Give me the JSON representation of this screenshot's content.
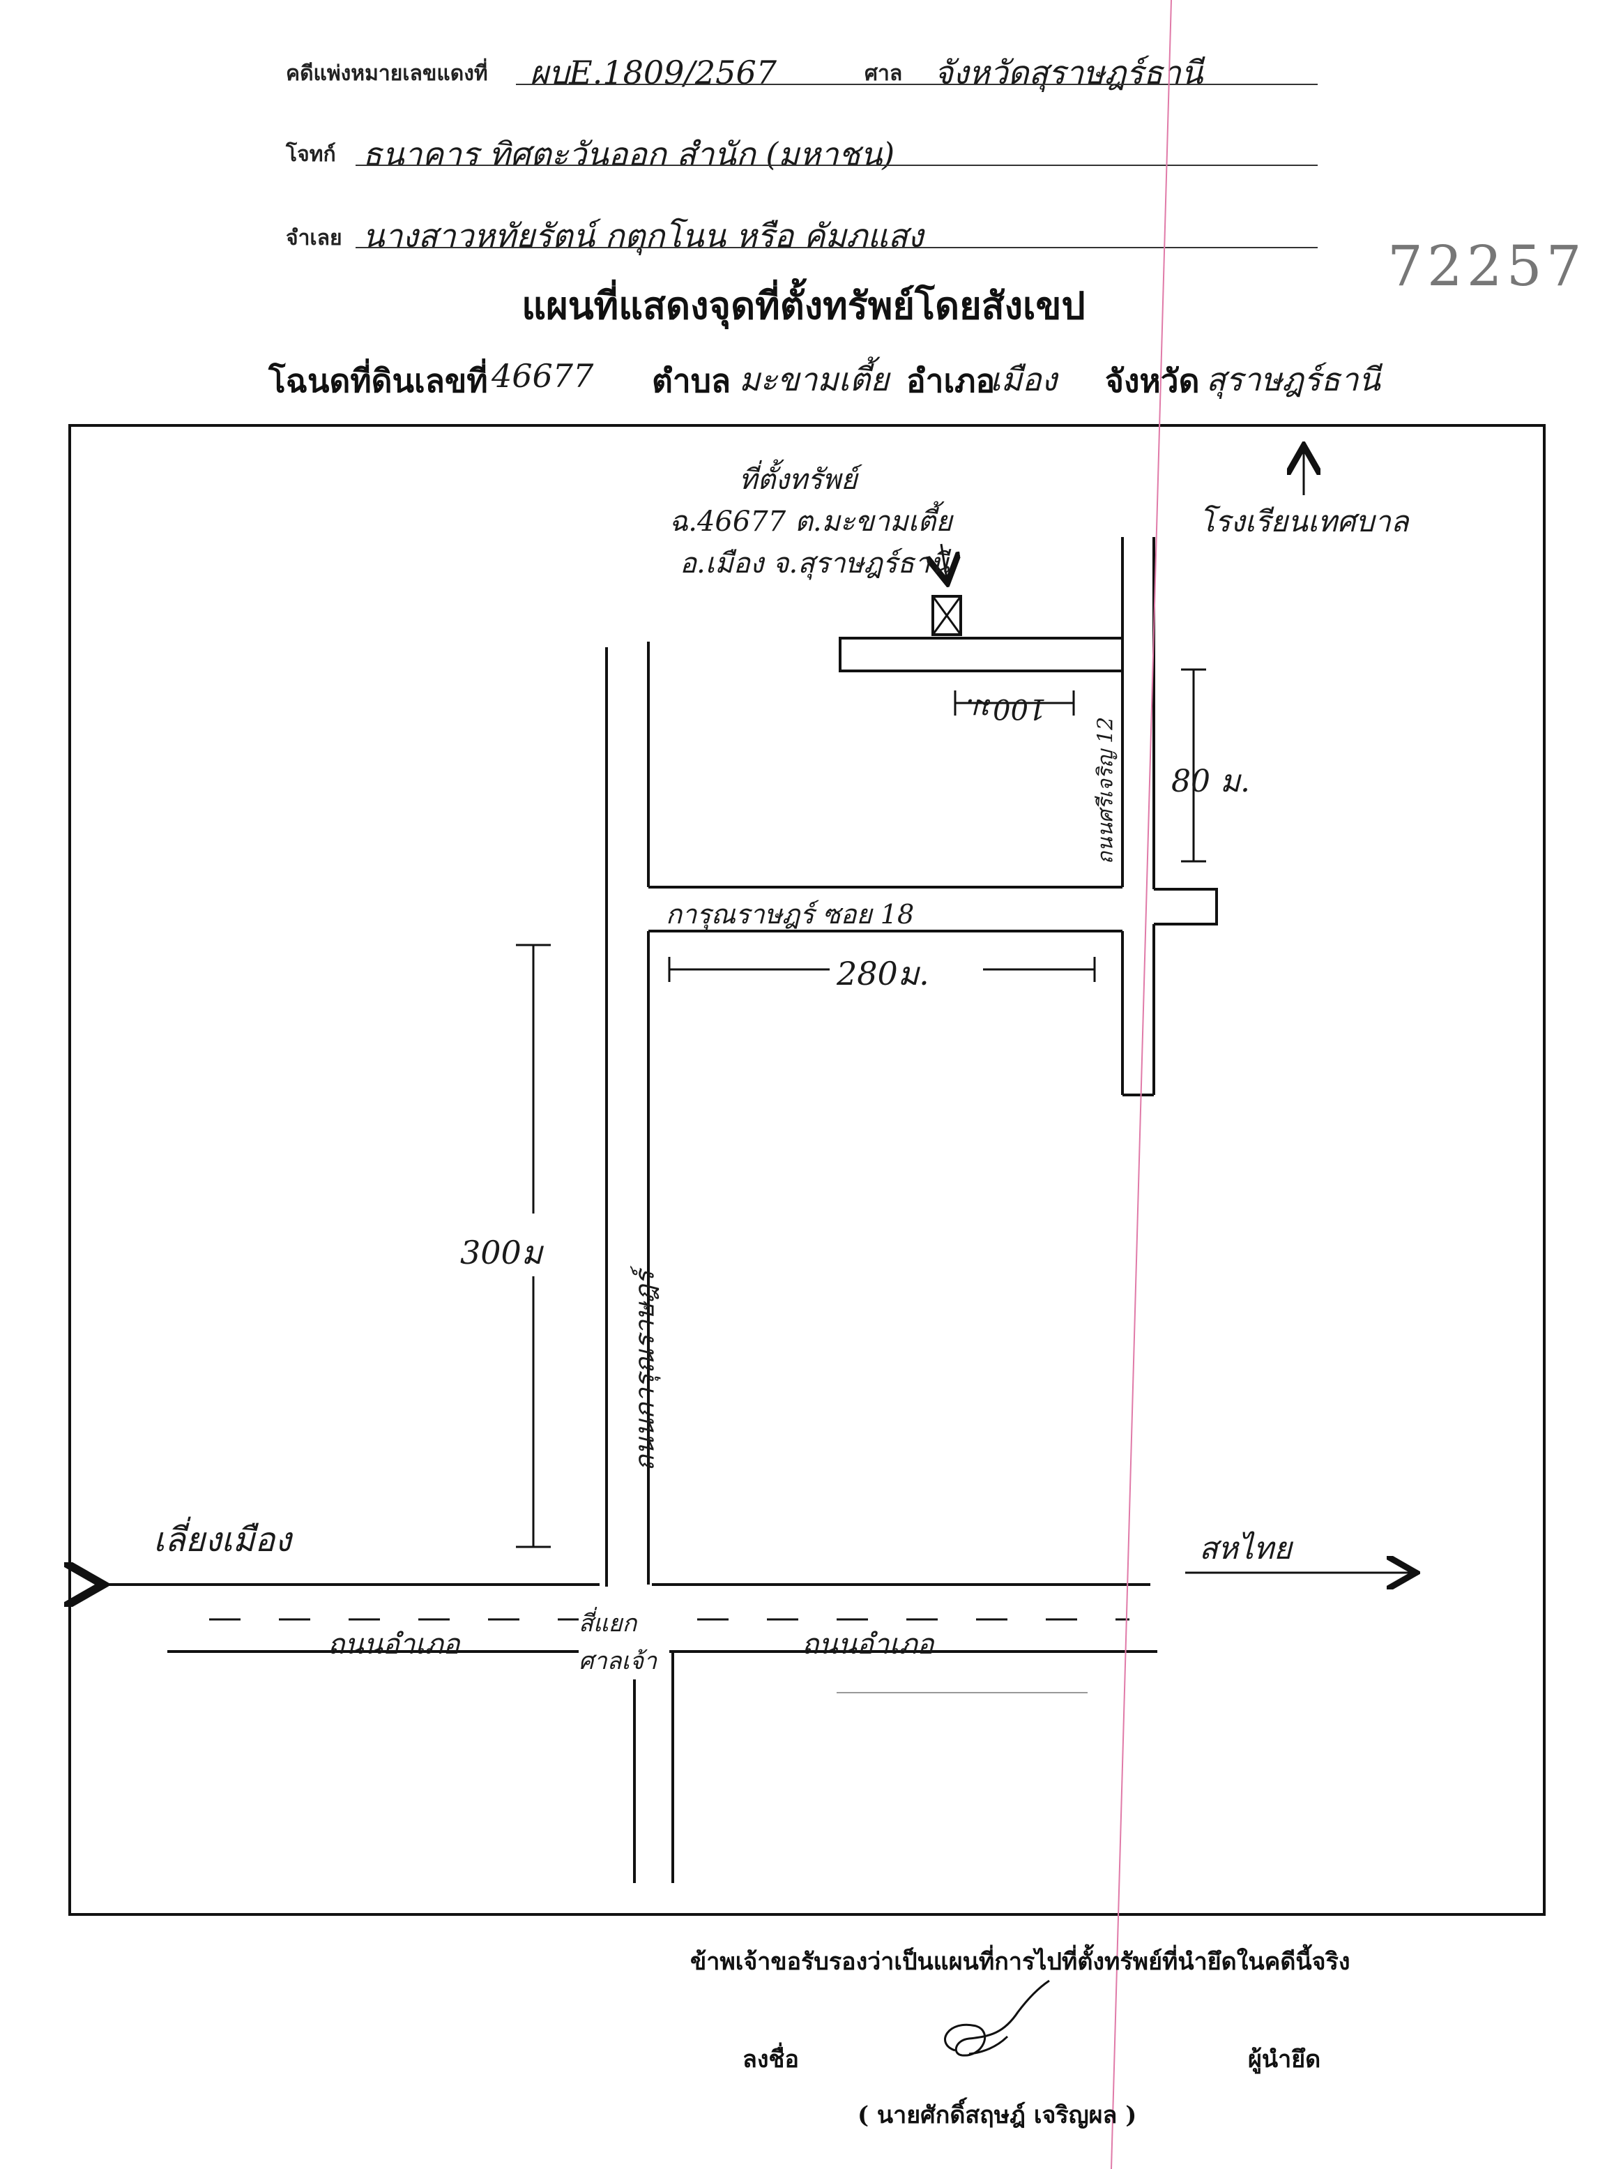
{
  "stamp_number": "72257",
  "header": {
    "case_label": "คดีแพ่งหมายเลขแดงที่",
    "case_value": "ผบE.1809/2567",
    "court_label": "ศาล",
    "court_value": "จังหวัดสุราษฎร์ธานี",
    "plaintiff_label": "โจทก์",
    "plaintiff_value": "ธนาคาร ทิศตะวันออก สำนัก (มหาชน)",
    "defendant_label": "จำเลย",
    "defendant_value": "นางสาวหทัยรัตน์ กตุกโนน หรือ คัมภแสง"
  },
  "title": "แผนที่แสดงจุดที่ตั้งทรัพย์โดยสังเขป",
  "deed": {
    "deed_label": "โฉนดที่ดินเลขที่",
    "deed_value": "46677",
    "subdistrict_label": "ตำบล",
    "subdistrict_value": "มะขามเตี้ย",
    "district_label": "อำเภอ",
    "district_value": "เมือง",
    "province_label": "จังหวัด",
    "province_value": "สุราษฎร์ธานี"
  },
  "map": {
    "property_note_1": "ที่ตั้งทรัพย์",
    "property_note_2": "ฉ.46677 ต.มะขามเตี้ย",
    "property_note_3": "อ.เมือง จ.สุราษฎร์ธานี",
    "school_label": "โรงเรียนเทศบาล",
    "dist_100": "100ม.",
    "dist_80": "80 ม.",
    "soi_12": "ถนนศรีเจริญ 12",
    "soi_18": "การุณราษฎร์ ซอย 18",
    "dist_280": "280ม.",
    "dist_300": "300ม",
    "main_road_vertical": "ถนนการุณราษฎร์",
    "left_destination": "เลี่ยงเมือง",
    "right_destination": "สหไทย",
    "road_left": "ถนนอำเภอ",
    "road_right": "ถนนอำเภอ",
    "junction": "สี่แยก ศาลเจ้า"
  },
  "footer": {
    "certify": "ข้าพเจ้าขอรับรองว่าเป็นแผนที่การไปที่ตั้งทรัพย์ที่นำยึดในคดีนี้จริง",
    "sign_label": "ลงชื่อ",
    "role_label": "ผู้นำยึด",
    "signer_name": "( นายศักดิ์สฤษฎ์ เจริญผล )"
  }
}
